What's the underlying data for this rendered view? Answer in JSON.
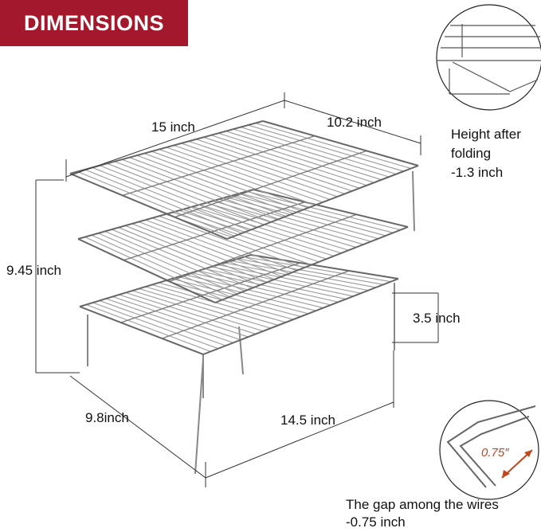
{
  "banner": {
    "title": "DIMENSIONS",
    "color": "#a3192b"
  },
  "dimensions": {
    "length_top": "15 inch",
    "width_top": "10.2 inch",
    "total_height": "9.45 inch",
    "leg_height": "3.5 inch",
    "width_bottom": "9.8inch",
    "length_bottom": "14.5 inch"
  },
  "callouts": {
    "folding": {
      "line1": "Height after",
      "line2": "folding",
      "line3": "-1.3 inch"
    },
    "gap": {
      "label": "0.75″",
      "line1": "The gap among the wires",
      "line2": "-0.75 inch",
      "accent": "#c4441c"
    }
  }
}
